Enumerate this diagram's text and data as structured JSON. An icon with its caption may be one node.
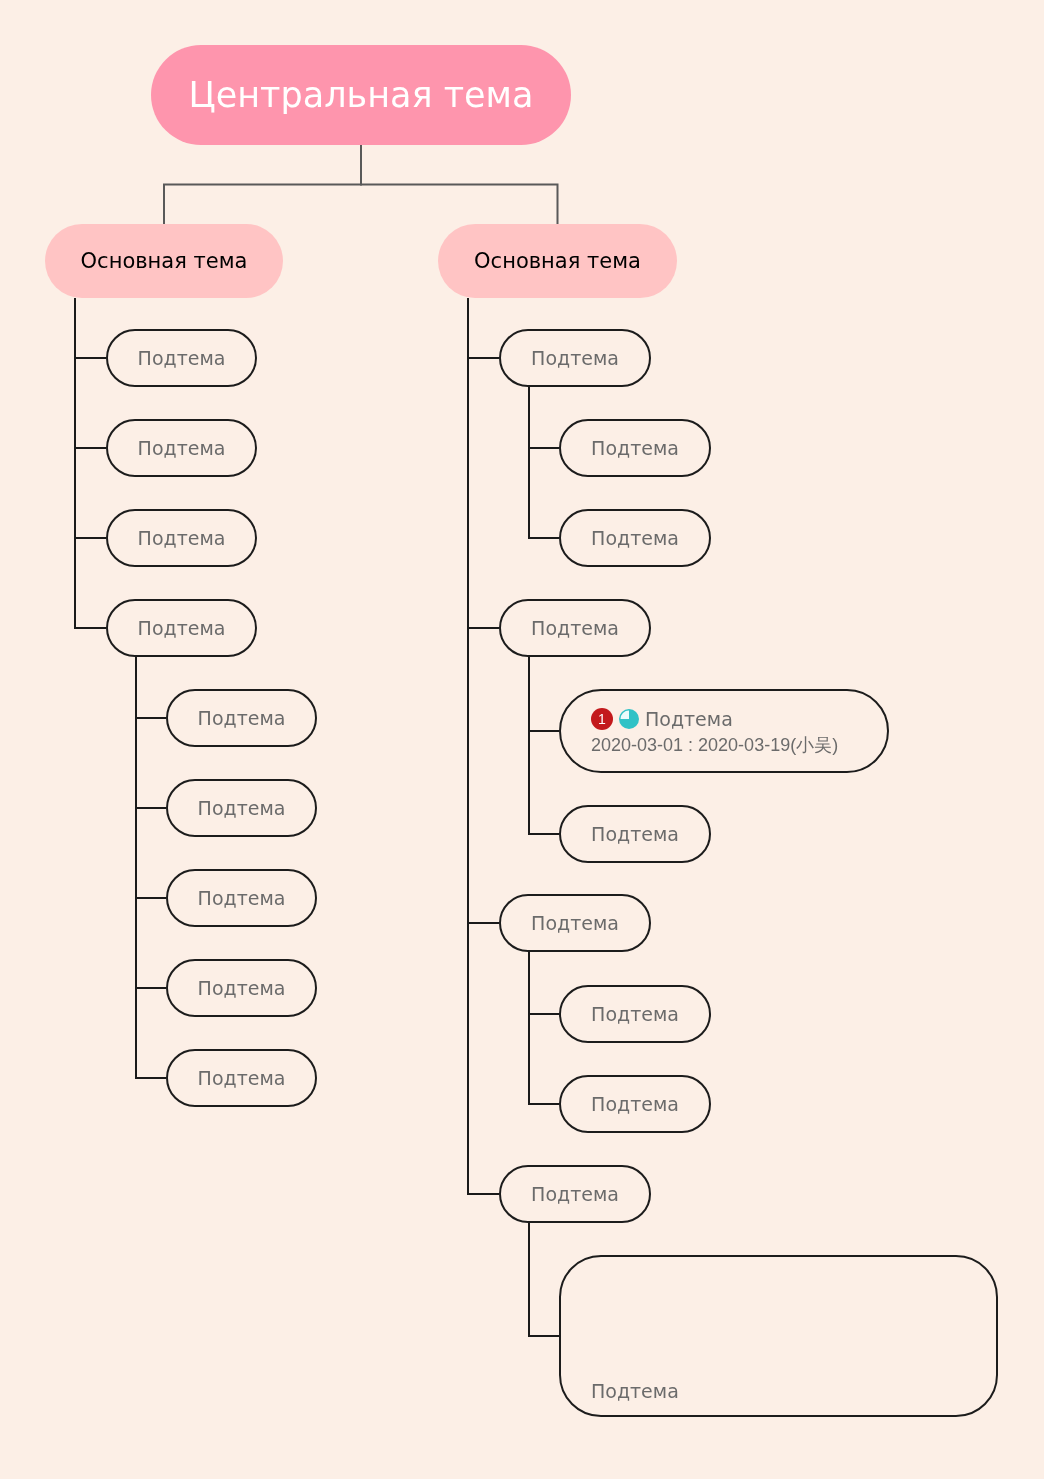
{
  "diagram": {
    "nodes": [
      {
        "text": [
          "Центральная тема"
        ]
      },
      {
        "text": [
          "Основная тема"
        ]
      },
      {
        "text": [
          "Основная тема"
        ]
      },
      {
        "text": [
          "Подтема"
        ]
      },
      {
        "text": [
          "Подтема"
        ]
      },
      {
        "text": [
          "Подтема"
        ]
      },
      {
        "text": [
          "Подтема"
        ]
      },
      {
        "text": [
          "Подтема"
        ]
      },
      {
        "text": [
          "Подтема"
        ]
      },
      {
        "text": [
          "Подтема"
        ]
      },
      {
        "text": [
          "Подтема"
        ]
      },
      {
        "text": [
          "Подтема"
        ]
      },
      {
        "text": [
          "Подтема"
        ]
      },
      {
        "text": [
          "Подтема"
        ]
      },
      {
        "text": [
          "Подтема"
        ]
      },
      {
        "text": [
          "Подтема"
        ]
      },
      {
        "text": [
          "1",
          "Подтема",
          "2020-03-01 : 2020-03-19(小吴)"
        ]
      },
      {
        "text": [
          "Подтема"
        ]
      },
      {
        "text": [
          "Подтема"
        ]
      },
      {
        "text": [
          "Подтема"
        ]
      },
      {
        "text": [
          "Подтема"
        ]
      },
      {
        "text": [
          "Подтема"
        ]
      },
      {
        "text": [
          "Подтема"
        ]
      }
    ],
    "edges": [
      {
        "from": 0,
        "to": 1,
        "arrow": "none",
        "color": "#595959"
      },
      {
        "from": 0,
        "to": 2,
        "arrow": "none",
        "color": "#595959"
      },
      {
        "from": 1,
        "to": 3,
        "arrow": "none"
      },
      {
        "from": 1,
        "to": 4,
        "arrow": "none"
      },
      {
        "from": 1,
        "to": 5,
        "arrow": "none"
      },
      {
        "from": 1,
        "to": 6,
        "arrow": "none"
      },
      {
        "from": 6,
        "to": 7,
        "arrow": "none"
      },
      {
        "from": 6,
        "to": 8,
        "arrow": "none"
      },
      {
        "from": 6,
        "to": 9,
        "arrow": "none"
      },
      {
        "from": 6,
        "to": 10,
        "arrow": "none"
      },
      {
        "from": 6,
        "to": 11,
        "arrow": "none"
      },
      {
        "from": 2,
        "to": 12,
        "arrow": "none"
      },
      {
        "from": 12,
        "to": 13,
        "arrow": "none"
      },
      {
        "from": 12,
        "to": 14,
        "arrow": "none"
      },
      {
        "from": 2,
        "to": 15,
        "arrow": "none"
      },
      {
        "from": 15,
        "to": 16,
        "arrow": "none"
      },
      {
        "from": 15,
        "to": 17,
        "arrow": "none"
      },
      {
        "from": 2,
        "to": 18,
        "arrow": "none"
      },
      {
        "from": 18,
        "to": 19,
        "arrow": "none"
      },
      {
        "from": 18,
        "to": 20,
        "arrow": "none"
      },
      {
        "from": 2,
        "to": 21,
        "arrow": "none"
      },
      {
        "from": 21,
        "to": 22,
        "arrow": "none"
      }
    ]
  }
}
